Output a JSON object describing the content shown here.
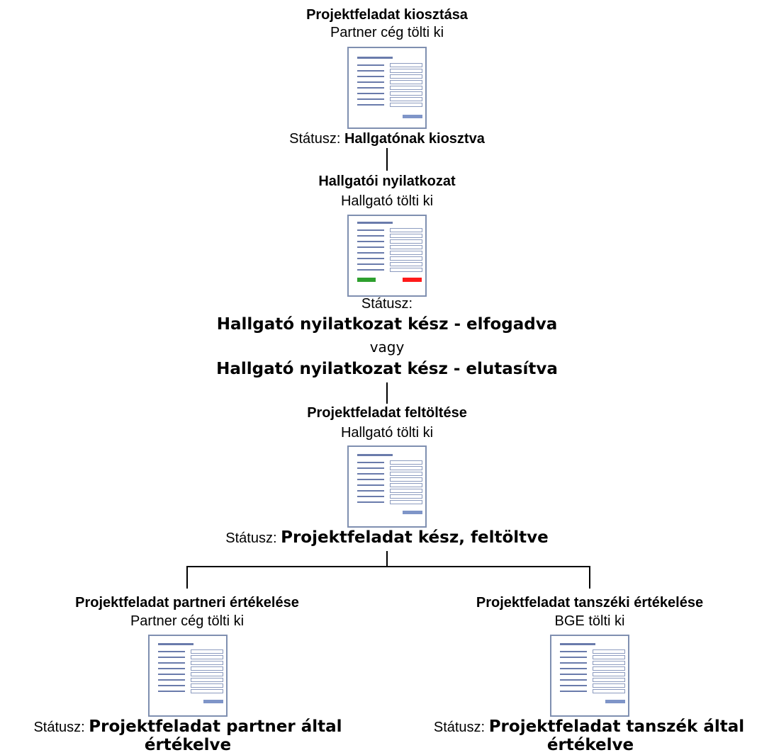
{
  "status_prefix": "Státusz:",
  "steps": {
    "assign": {
      "title": "Projektfeladat kiosztása",
      "filled_by": "Partner cég tölti ki",
      "status": "Hallgatónak kiosztva"
    },
    "declaration": {
      "title": "Hallgatói nyilatkozat",
      "filled_by": "Hallgató tölti ki",
      "status_accepted": "Hallgató nyilatkozat kész - elfogadva",
      "or": "vagy",
      "status_rejected": "Hallgató nyilatkozat kész - elutasítva"
    },
    "upload": {
      "title": "Projektfeladat feltöltése",
      "filled_by": "Hallgató tölti ki",
      "status": "Projektfeladat kész, feltöltve"
    },
    "partner_eval": {
      "title": "Projektfeladat partneri értékelése",
      "filled_by": "Partner cég tölti ki",
      "status_line1": "Projektfeladat partner által",
      "status_line2": "értékelve"
    },
    "dept_eval": {
      "title": "Projektfeladat tanszéki értékelése",
      "filled_by": "BGE tölti ki",
      "status_line1": "Projektfeladat tanszék által",
      "status_line2": "értékelve"
    }
  },
  "colors": {
    "form_border": "#7f8fb0",
    "form_line": "#6a7bab",
    "accept_button": "#2ea02e",
    "reject_button": "#ff1a1a",
    "submit_button": "#7f95c8"
  },
  "icons": [
    "form-icon",
    "declaration-form-icon"
  ]
}
